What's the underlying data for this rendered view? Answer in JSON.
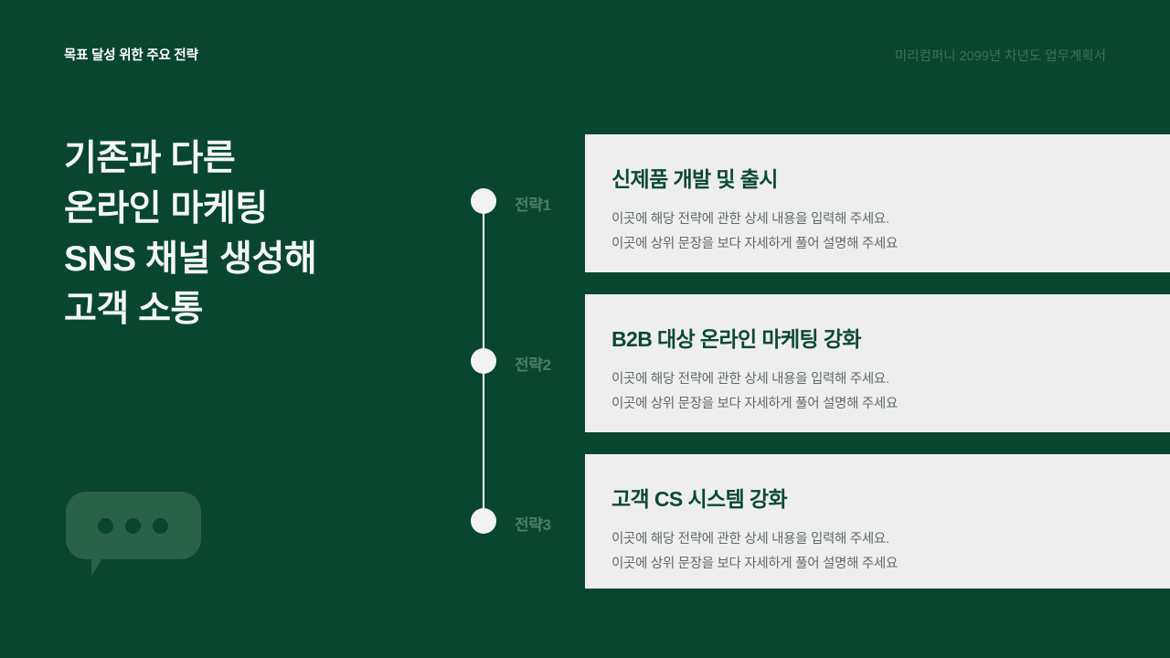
{
  "header": {
    "title": "목표 달성 위한 주요 전략",
    "document_label": "미리컴퍼니 2099년 차년도 업무계획서"
  },
  "headline": {
    "lines": [
      "기존과 다른",
      "온라인 마케팅",
      "SNS 채널 생성해",
      "고객 소통"
    ]
  },
  "timeline": {
    "steps": [
      {
        "label": "전략1"
      },
      {
        "label": "전략2"
      },
      {
        "label": "전략3"
      }
    ]
  },
  "cards": [
    {
      "title": "신제품 개발 및 출시",
      "body": [
        "이곳에 해당 전략에 관한 상세 내용을 입력해 주세요.",
        "이곳에 상위 문장을 보다 자세하게 풀어 설명해 주세요"
      ]
    },
    {
      "title": "B2B 대상 온라인 마케팅 강화",
      "body": [
        "이곳에 해당 전략에 관한 상세 내용을 입력해 주세요.",
        "이곳에 상위 문장을 보다 자세하게 풀어 설명해 주세요"
      ]
    },
    {
      "title": "고객 CS 시스템 강화",
      "body": [
        "이곳에 해당 전략에 관한 상세 내용을 입력해 주세요.",
        "이곳에 상위 문장을 보다 자세하게 풀어 설명해 주세요"
      ]
    }
  ],
  "decoration": {
    "icon": "chat-bubble-icon"
  },
  "colors": {
    "background": "#094630",
    "card_background": "#efeeee",
    "card_title": "#0b4a32",
    "card_body": "#5e6b65",
    "headline": "#f4f7f5",
    "timeline_accent": "#ffffff",
    "step_label": "#4d7f66",
    "header_muted": "#3f7157",
    "bubble": "#2b6148"
  }
}
